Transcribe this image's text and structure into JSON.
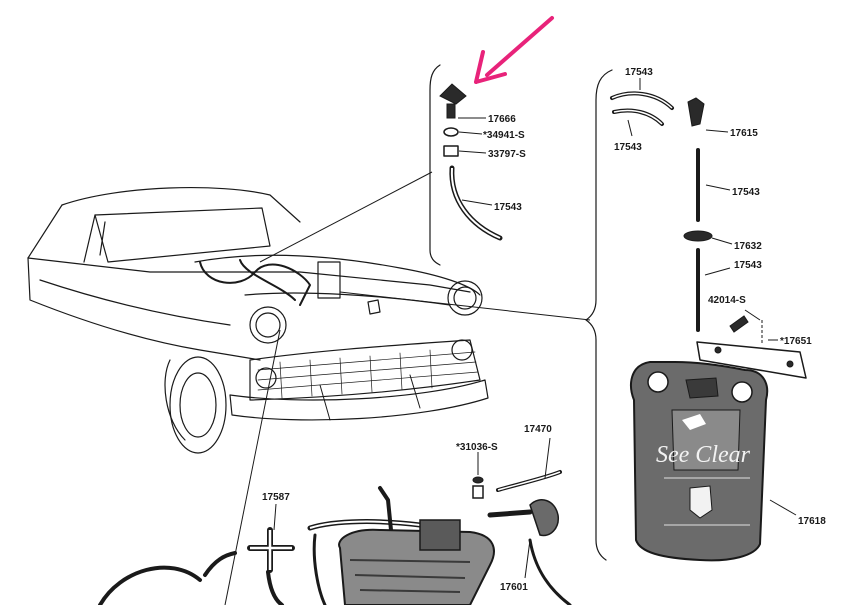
{
  "diagram": {
    "callouts": {
      "c17666": "17666",
      "c34941": "*34941-S",
      "c33797": "33797-S",
      "c17543_hose_left": "17543",
      "c17543_top": "17543",
      "c17543_curve": "17543",
      "c17615": "17615",
      "c17543_rod": "17543",
      "c17632": "17632",
      "c17543_lower": "17543",
      "c42014": "42014-S",
      "c17651": "*17651",
      "c17618": "17618",
      "c31036": "*31036-S",
      "c17470": "17470",
      "c17587": "17587",
      "c17601": "17601"
    },
    "bag_logo_text": "See Clear",
    "colors": {
      "ink": "#1a1a1a",
      "arrow": "#e8237a",
      "bag": "#6b6b6b"
    }
  }
}
